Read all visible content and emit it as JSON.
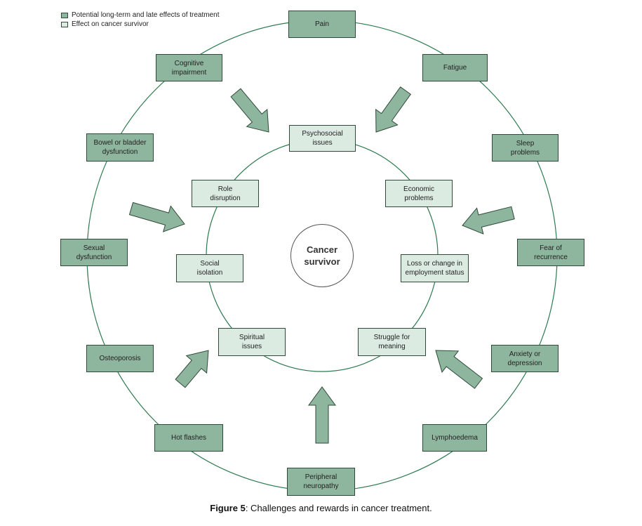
{
  "legend": {
    "items": [
      {
        "label": "Potential long-term and late effects of treatment",
        "color": "#8eb59d"
      },
      {
        "label": "Effect on cancer survivor",
        "color": "#dcebe1"
      }
    ]
  },
  "colors": {
    "outer_box": "#8eb59d",
    "inner_box": "#dcebe1",
    "ring": "#2e7a50",
    "arrow_fill": "#8eb59d",
    "arrow_stroke": "#2f4a38"
  },
  "center": {
    "label": "Cancer\nsurvivor"
  },
  "outer_effects": [
    "Pain",
    "Fatigue",
    "Sleep\nproblems",
    "Fear of\nrecurrence",
    "Anxiety or\ndepression",
    "Lymphoedema",
    "Peripheral\nneuropathy",
    "Hot flashes",
    "Osteoporosis",
    "Sexual\ndysfunction",
    "Bowel or bladder\ndysfunction",
    "Cognitive\nimpairment"
  ],
  "inner_effects": [
    "Psychosocial\nissues",
    "Economic\nproblems",
    "Loss or change in\nemployment status",
    "Struggle for\nmeaning",
    "Spiritual\nissues",
    "Social\nisolation",
    "Role\ndisruption"
  ],
  "caption": {
    "label": "Figure 5",
    "text": ": Challenges and rewards in cancer treatment."
  }
}
